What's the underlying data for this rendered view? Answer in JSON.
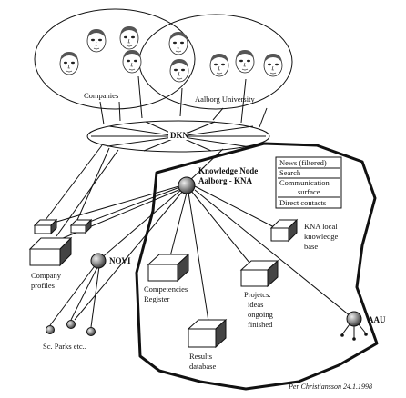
{
  "labels": {
    "companies": "Companies",
    "aalborg_university": "Aalborg University",
    "dkn": "DKN",
    "knowledge_node_line1": "Knowledge Node",
    "knowledge_node_line2": "Aalborg - KNA",
    "novi": "NOVI",
    "aau": "AAU",
    "company_profiles_line1": "Company",
    "company_profiles_line2": "profiles",
    "sc_parks": "Sc. Parks etc..",
    "competencies_line1": "Competencies",
    "competencies_line2": "Register",
    "results_line1": "Results",
    "results_line2": "database",
    "projects_line1": "Projetcs:",
    "projects_line2": "ideas",
    "projects_line3": "ongoing",
    "projects_line4": "finished",
    "kna_local_line1": "KNA local",
    "kna_local_line2": "knowledge",
    "kna_local_line3": "base",
    "author": "Per Christiansson 24.1.1998"
  },
  "services_box": {
    "items": [
      "News (filtered)",
      "Search",
      "Communication",
      "surface",
      "Direct contacts"
    ]
  },
  "face_icon": "person-face-icon",
  "node_icon": "network-node-sphere-icon",
  "database_icon": "box-database-icon"
}
